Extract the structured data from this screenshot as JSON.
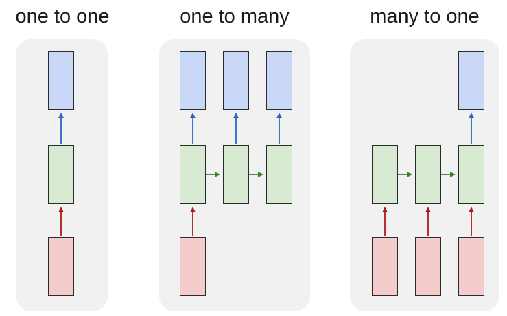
{
  "diagram": {
    "panels": [
      {
        "title": "one to one"
      },
      {
        "title": "one to many"
      },
      {
        "title": "many to one"
      }
    ]
  },
  "colors": {
    "output": "#c9d8f6",
    "hidden": "#d9ead3",
    "input": "#f4cccc",
    "output_arrow": "#2a66c6",
    "input_arrow": "#b01818",
    "recurrent_arrow": "#3f7f2a"
  }
}
